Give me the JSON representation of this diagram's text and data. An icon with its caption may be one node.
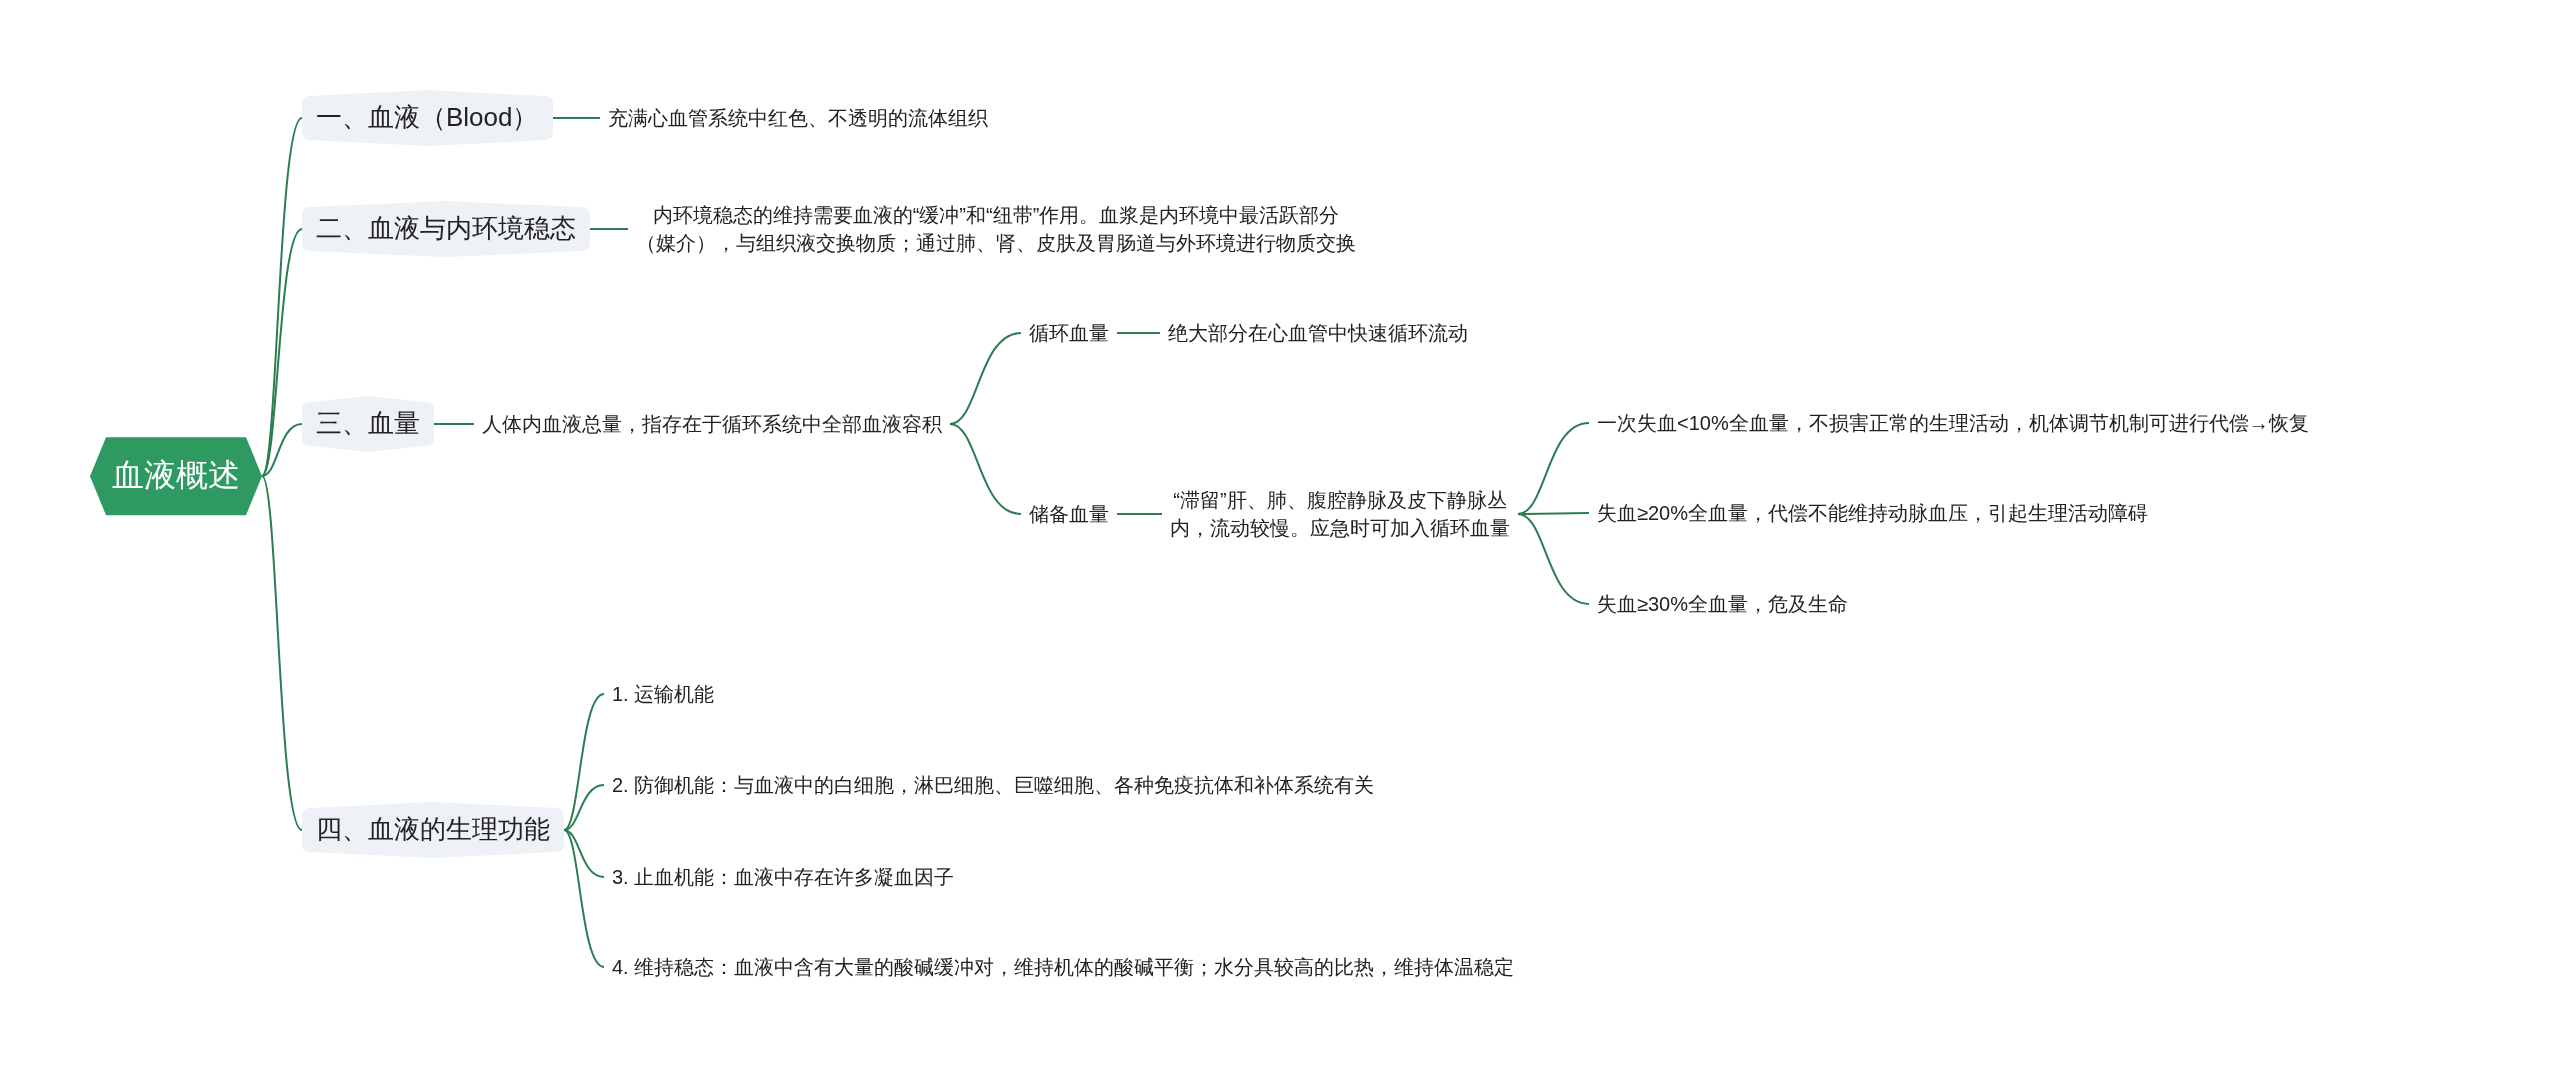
{
  "diagram": {
    "nodes": [
      {
        "text": [
          "血液概述"
        ]
      },
      {
        "text": [
          "一、血液（Blood）"
        ]
      },
      {
        "text": [
          "充满心血管系统中红色、不透明的流体组织"
        ]
      },
      {
        "text": [
          "二、血液与内环境稳态"
        ]
      },
      {
        "text": [
          "内环境稳态的维持需要血液的“缓冲”和“纽带”作用。血浆是内环境中最活跃部分（媒介），与组织液交换物质；通过肺、肾、皮肤及胃肠道与外环境进行物质交换"
        ]
      },
      {
        "text": [
          "三、血量"
        ]
      },
      {
        "text": [
          "人体内血液总量，指存在于循环系统中全部血液容积"
        ]
      },
      {
        "text": [
          "循环血量"
        ]
      },
      {
        "text": [
          "绝大部分在心血管中快速循环流动"
        ]
      },
      {
        "text": [
          "储备血量"
        ]
      },
      {
        "text": [
          "“滞留”肝、肺、腹腔静脉及皮下静脉丛内，流动较慢。应急时可加入循环血量"
        ]
      },
      {
        "text": [
          "一次失血<10%全血量，不损害正常的生理活动，机体调节机制可进行代偿→恢复"
        ]
      },
      {
        "text": [
          "失血≥20%全血量，代偿不能维持动脉血压，引起生理活动障碍"
        ]
      },
      {
        "text": [
          "失血≥30%全血量，危及生命"
        ]
      },
      {
        "text": [
          "四、血液的生理功能"
        ]
      },
      {
        "text": [
          "1. 运输机能"
        ]
      },
      {
        "text": [
          "2. 防御机能：与血液中的白细胞，淋巴细胞、巨噬细胞、各种免疫抗体和补体系统有关"
        ]
      },
      {
        "text": [
          "3. 止血机能：血液中存在许多凝血因子"
        ]
      },
      {
        "text": [
          "4. 维持稳态：血液中含有大量的酸碱缓冲对，维持机体的酸碱平衡；水分具较高的比热，维持体温稳定"
        ]
      }
    ],
    "edges": [
      {
        "from": 0,
        "to": 1,
        "arrow": "none"
      },
      {
        "from": 0,
        "to": 3,
        "arrow": "none"
      },
      {
        "from": 0,
        "to": 5,
        "arrow": "none"
      },
      {
        "from": 0,
        "to": 14,
        "arrow": "none"
      },
      {
        "from": 1,
        "to": 2,
        "arrow": "none"
      },
      {
        "from": 3,
        "to": 4,
        "arrow": "none"
      },
      {
        "from": 5,
        "to": 6,
        "arrow": "none"
      },
      {
        "from": 6,
        "to": 7,
        "arrow": "none"
      },
      {
        "from": 6,
        "to": 9,
        "arrow": "none"
      },
      {
        "from": 7,
        "to": 8,
        "arrow": "none"
      },
      {
        "from": 9,
        "to": 10,
        "arrow": "none"
      },
      {
        "from": 10,
        "to": 11,
        "arrow": "none"
      },
      {
        "from": 10,
        "to": 12,
        "arrow": "none"
      },
      {
        "from": 10,
        "to": 13,
        "arrow": "none"
      },
      {
        "from": 14,
        "to": 15,
        "arrow": "none"
      },
      {
        "from": 14,
        "to": 16,
        "arrow": "none"
      },
      {
        "from": 14,
        "to": 17,
        "arrow": "none"
      },
      {
        "from": 14,
        "to": 18,
        "arrow": "none"
      }
    ]
  }
}
